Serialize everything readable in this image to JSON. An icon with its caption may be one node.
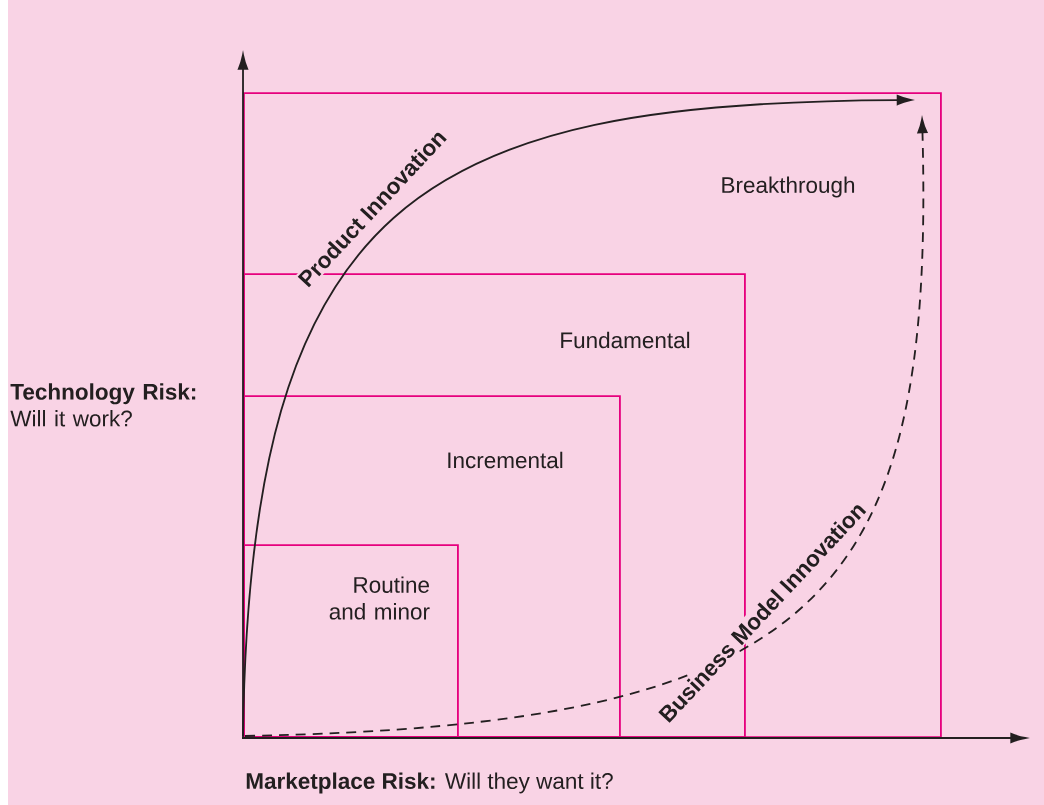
{
  "diagram": {
    "nodes": [
      {
        "text": [
          "Breakthrough"
        ]
      },
      {
        "text": [
          "Fundamental"
        ],
        "in": 0
      },
      {
        "text": [
          "Incremental"
        ],
        "in": 1
      },
      {
        "text": [
          "Routine and minor"
        ],
        "in": 2
      }
    ],
    "labels": [
      "Product Innovation",
      "**Technology Risk:** Will it work?",
      "Business Model Innovation",
      "**Marketplace Risk:** Will they want it?"
    ]
  }
}
